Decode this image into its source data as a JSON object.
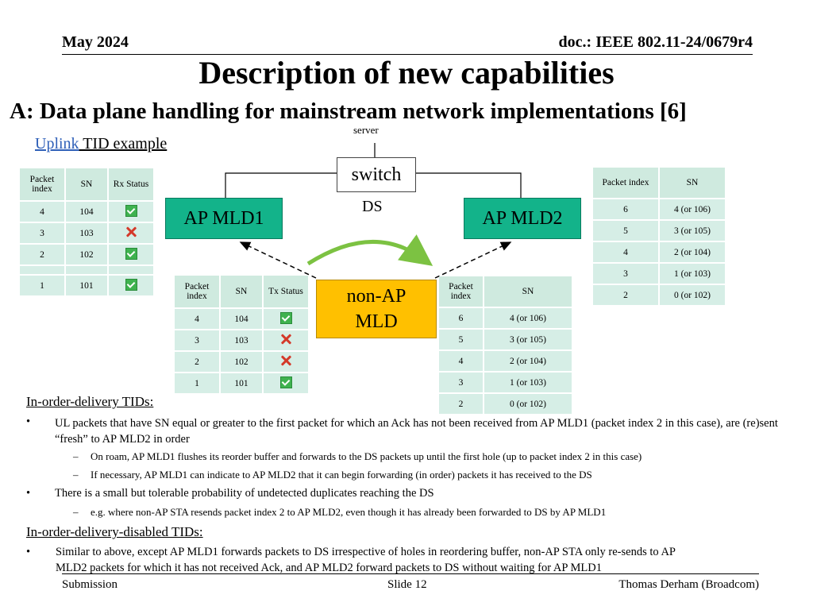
{
  "header": {
    "date": "May 2024",
    "doc": "doc.: IEEE 802.11-24/0679r4"
  },
  "title": "Description of new capabilities",
  "subtitle": "A: Data plane handling for mainstream network implementations [6]",
  "diagram": {
    "server_label": "server",
    "uplink_link": "Uplink",
    "uplink_rest": " TID example",
    "switch": "switch",
    "ds": "DS",
    "ap1": "AP MLD1",
    "ap2": "AP MLD2",
    "nonap_line1": "non-AP",
    "nonap_line2": "MLD"
  },
  "tables": {
    "ap1_buffer": {
      "headers": [
        "Packet index",
        "SN",
        "Rx Status"
      ],
      "rows": [
        {
          "idx": "4",
          "sn": "104",
          "status": "check"
        },
        {
          "idx": "3",
          "sn": "103",
          "status": "cross"
        },
        {
          "idx": "2",
          "sn": "102",
          "status": "check"
        },
        {
          "idx": "1",
          "sn": "101",
          "status": "check"
        }
      ]
    },
    "nonap_tx": {
      "headers": [
        "Packet index",
        "SN",
        "Tx Status"
      ],
      "rows": [
        {
          "idx": "4",
          "sn": "104",
          "status": "check"
        },
        {
          "idx": "3",
          "sn": "103",
          "status": "cross"
        },
        {
          "idx": "2",
          "sn": "102",
          "status": "cross"
        },
        {
          "idx": "1",
          "sn": "101",
          "status": "check"
        }
      ]
    },
    "nonap_resend": {
      "headers": [
        "Packet index",
        "SN"
      ],
      "rows": [
        {
          "idx": "6",
          "sn": "4 (or 106)"
        },
        {
          "idx": "5",
          "sn": "3 (or 105)"
        },
        {
          "idx": "4",
          "sn": "2 (or 104)"
        },
        {
          "idx": "3",
          "sn": "1 (or 103)"
        },
        {
          "idx": "2",
          "sn": "0 (or 102)"
        }
      ]
    },
    "ap2_buffer": {
      "headers": [
        "Packet index",
        "SN"
      ],
      "rows": [
        {
          "idx": "6",
          "sn": "4 (or 106)"
        },
        {
          "idx": "5",
          "sn": "3 (or 105)"
        },
        {
          "idx": "4",
          "sn": "2 (or 104)"
        },
        {
          "idx": "3",
          "sn": "1 (or 103)"
        },
        {
          "idx": "2",
          "sn": "0 (or 102)"
        }
      ]
    }
  },
  "body": {
    "heading1": "In-order-delivery TIDs:",
    "b1": "UL packets that have SN equal or greater to the first packet for which an Ack has not been received from AP MLD1 (packet index 2 in this case), are (re)sent “fresh” to AP MLD2 in order",
    "b1_s1": "On roam, AP MLD1 flushes its reorder buffer and forwards to the DS packets up until the first hole (up to packet index 2 in this case)",
    "b1_s2": "If necessary, AP MLD1 can indicate to AP MLD2 that it can begin forwarding (in order) packets it has received to the DS",
    "b2": "There is a small but tolerable probability of undetected duplicates reaching the DS",
    "b2_s1": "e.g. where non-AP STA resends packet index 2 to AP MLD2, even though it has already been forwarded to DS by AP MLD1",
    "heading2": "In-order-delivery-disabled TIDs:",
    "b3_line1": "Similar to above, except AP MLD1 forwards packets to DS irrespective of holes in reordering buffer, non-AP STA only re-sends to AP",
    "b3_line2": "MLD2 packets for which it has not received Ack, and AP MLD2 forward packets to DS without waiting for AP MLD1",
    "bullet": "•",
    "dash": "–"
  },
  "footer": {
    "left": "Submission",
    "center": "Slide 12",
    "right": "Thomas Derham (Broadcom)"
  },
  "colors": {
    "ap_green": "#13b38a",
    "nonap_yellow": "#ffc000",
    "table_fill": "#d6eee6",
    "arrow_green": "#7cc242"
  }
}
